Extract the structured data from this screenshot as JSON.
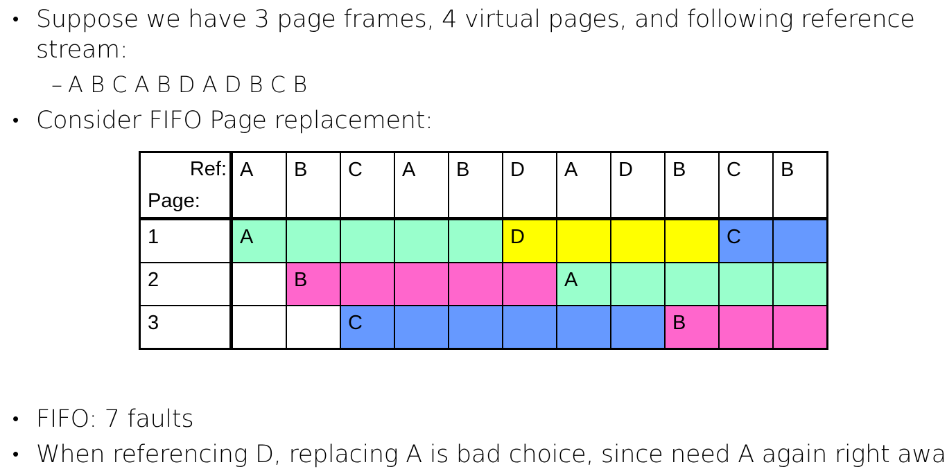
{
  "bullets": {
    "b1_line1": "Suppose we have 3 page frames, 4 virtual pages, and following reference",
    "b1_line2": "stream:",
    "sub_dash": "–",
    "sub_stream": "A B C A B D A D B C B",
    "b2": "Consider FIFO Page replacement:",
    "b3": "FIFO: 7 faults",
    "b4": "When referencing D, replacing A is bad choice, since need A again right away"
  },
  "table": {
    "ref_label": "Ref:",
    "page_label": "Page:",
    "refs": [
      "A",
      "B",
      "C",
      "A",
      "B",
      "D",
      "A",
      "D",
      "B",
      "C",
      "B"
    ],
    "rows": [
      {
        "label": "1",
        "cells": [
          "A",
          "",
          "",
          "",
          "",
          "D",
          "",
          "",
          "",
          "C",
          ""
        ],
        "colors": [
          "green",
          "green",
          "green",
          "green",
          "green",
          "yellow",
          "yellow",
          "yellow",
          "yellow",
          "blue",
          "blue"
        ]
      },
      {
        "label": "2",
        "cells": [
          "",
          "B",
          "",
          "",
          "",
          "",
          "A",
          "",
          "",
          "",
          ""
        ],
        "colors": [
          "white",
          "pink",
          "pink",
          "pink",
          "pink",
          "pink",
          "green",
          "green",
          "green",
          "green",
          "green"
        ]
      },
      {
        "label": "3",
        "cells": [
          "",
          "",
          "C",
          "",
          "",
          "",
          "",
          "",
          "B",
          "",
          ""
        ],
        "colors": [
          "white",
          "white",
          "blue",
          "blue",
          "blue",
          "blue",
          "blue",
          "blue",
          "pink",
          "pink",
          "pink"
        ]
      }
    ]
  },
  "colors": {
    "green": "#99ffcc",
    "yellow": "#ffff00",
    "blue": "#6699ff",
    "pink": "#ff66cc",
    "white": "#ffffff"
  }
}
